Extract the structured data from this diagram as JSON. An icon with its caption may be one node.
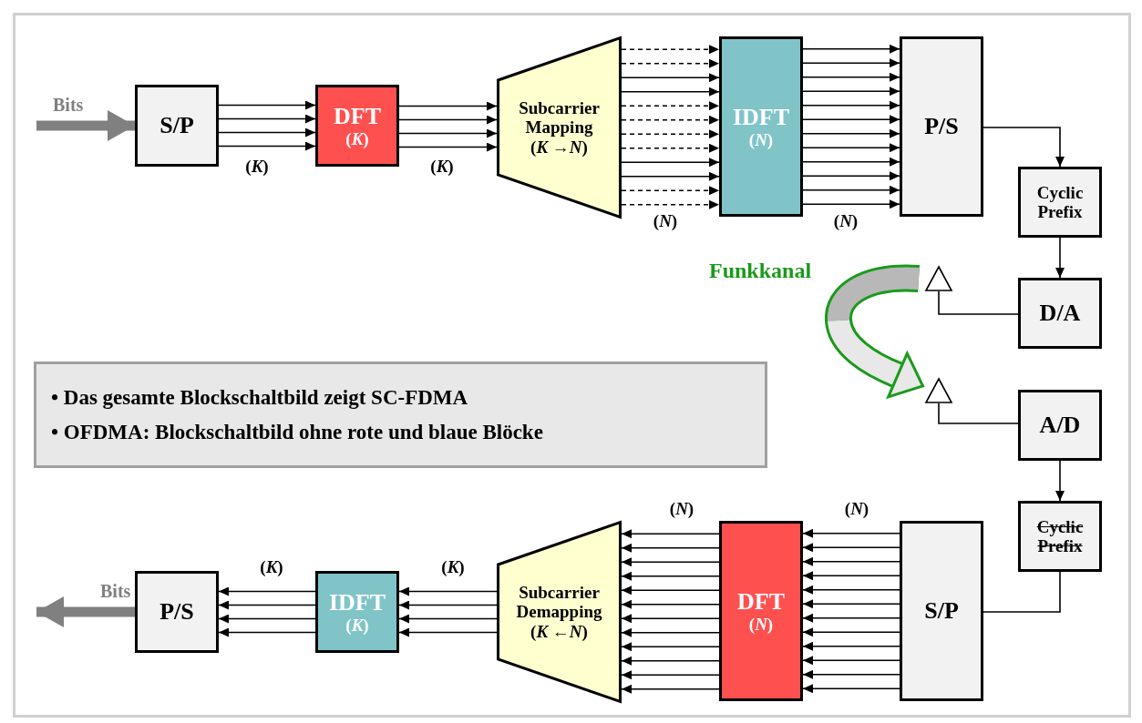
{
  "diagram": {
    "nodes": [
      {
        "text": [
          "S/P"
        ]
      },
      {
        "text": [
          "DFT",
          "(*K*)"
        ]
      },
      {
        "text": [
          "Subcarrier Mapping",
          "(*K* →*N*)"
        ]
      },
      {
        "text": [
          "IDFT",
          "(*N*)"
        ]
      },
      {
        "text": [
          "P/S"
        ]
      },
      {
        "text": [
          "Cyclic Prefix"
        ]
      },
      {
        "text": [
          "D/A"
        ]
      },
      {
        "text": [],
        "shape": "triangle"
      },
      {
        "text": [],
        "shape": "triangle"
      },
      {
        "text": [
          "A/D"
        ]
      },
      {
        "text": [
          "Cyclic Prefix"
        ]
      },
      {
        "text": [
          "S/P"
        ]
      },
      {
        "text": [
          "DFT",
          "(*N*)"
        ]
      },
      {
        "text": [
          "Subcarrier Demapping",
          "(*K* ←*N*)"
        ]
      },
      {
        "text": [
          "IDFT",
          "(*K*)"
        ]
      },
      {
        "text": [
          "P/S"
        ]
      },
      {
        "text": [
          "• Das gesamte Blockschaltbild zeigt SC-FDMA",
          "• OFDMA: Blockschaltbild ohne rote und blaue Blöcke"
        ]
      }
    ],
    "edges": [
      {
        "from": null,
        "to": 0,
        "arrow": "to",
        "label": "Bits",
        "style": "thick",
        "color": "#808080"
      },
      {
        "from": 0,
        "to": 1,
        "arrow": "to"
      },
      {
        "from": 0,
        "to": 1,
        "arrow": "to"
      },
      {
        "from": 0,
        "to": 1,
        "arrow": "to"
      },
      {
        "from": 0,
        "to": 1,
        "arrow": "to"
      },
      {
        "from": 1,
        "to": 2,
        "arrow": "to"
      },
      {
        "from": 1,
        "to": 2,
        "arrow": "to"
      },
      {
        "from": 1,
        "to": 2,
        "arrow": "to"
      },
      {
        "from": 1,
        "to": 2,
        "arrow": "to"
      },
      {
        "from": 2,
        "to": 3,
        "arrow": "to",
        "style": "dashed"
      },
      {
        "from": 2,
        "to": 3,
        "arrow": "to",
        "style": "dashed"
      },
      {
        "from": 2,
        "to": 3,
        "arrow": "to"
      },
      {
        "from": 2,
        "to": 3,
        "arrow": "to"
      },
      {
        "from": 2,
        "to": 3,
        "arrow": "to",
        "style": "dashed"
      },
      {
        "from": 2,
        "to": 3,
        "arrow": "to",
        "style": "dashed"
      },
      {
        "from": 2,
        "to": 3,
        "arrow": "to",
        "style": "dashed"
      },
      {
        "from": 2,
        "to": 3,
        "arrow": "to",
        "style": "dashed"
      },
      {
        "from": 2,
        "to": 3,
        "arrow": "to"
      },
      {
        "from": 2,
        "to": 3,
        "arrow": "to"
      },
      {
        "from": 2,
        "to": 3,
        "arrow": "to",
        "style": "dashed"
      },
      {
        "from": 2,
        "to": 3,
        "arrow": "to",
        "style": "dashed"
      },
      {
        "from": 3,
        "to": 4,
        "arrow": "to"
      },
      {
        "from": 3,
        "to": 4,
        "arrow": "to"
      },
      {
        "from": 3,
        "to": 4,
        "arrow": "to"
      },
      {
        "from": 3,
        "to": 4,
        "arrow": "to"
      },
      {
        "from": 3,
        "to": 4,
        "arrow": "to"
      },
      {
        "from": 3,
        "to": 4,
        "arrow": "to"
      },
      {
        "from": 3,
        "to": 4,
        "arrow": "to"
      },
      {
        "from": 3,
        "to": 4,
        "arrow": "to"
      },
      {
        "from": 3,
        "to": 4,
        "arrow": "to"
      },
      {
        "from": 3,
        "to": 4,
        "arrow": "to"
      },
      {
        "from": 3,
        "to": 4,
        "arrow": "to"
      },
      {
        "from": 3,
        "to": 4,
        "arrow": "to"
      },
      {
        "from": 4,
        "to": 5,
        "arrow": "to"
      },
      {
        "from": 5,
        "to": 6,
        "arrow": "to"
      },
      {
        "from": 6,
        "to": 7,
        "arrow": "none"
      },
      {
        "from": 7,
        "to": 8,
        "arrow": "to",
        "label": "Funkkanal",
        "style": "thick",
        "color": "#1a9a1a"
      },
      {
        "from": 9,
        "to": 8,
        "arrow": "none"
      },
      {
        "from": 9,
        "to": 10,
        "arrow": "to"
      },
      {
        "from": 10,
        "to": 11,
        "arrow": "none"
      },
      {
        "from": 11,
        "to": 12,
        "arrow": "to"
      },
      {
        "from": 11,
        "to": 12,
        "arrow": "to"
      },
      {
        "from": 11,
        "to": 12,
        "arrow": "to"
      },
      {
        "from": 11,
        "to": 12,
        "arrow": "to"
      },
      {
        "from": 11,
        "to": 12,
        "arrow": "to"
      },
      {
        "from": 11,
        "to": 12,
        "arrow": "to"
      },
      {
        "from": 11,
        "to": 12,
        "arrow": "to"
      },
      {
        "from": 11,
        "to": 12,
        "arrow": "to"
      },
      {
        "from": 11,
        "to": 12,
        "arrow": "to"
      },
      {
        "from": 11,
        "to": 12,
        "arrow": "to"
      },
      {
        "from": 11,
        "to": 12,
        "arrow": "to"
      },
      {
        "from": 11,
        "to": 12,
        "arrow": "to"
      },
      {
        "from": 12,
        "to": 13,
        "arrow": "to"
      },
      {
        "from": 12,
        "to": 13,
        "arrow": "to"
      },
      {
        "from": 12,
        "to": 13,
        "arrow": "to"
      },
      {
        "from": 12,
        "to": 13,
        "arrow": "to"
      },
      {
        "from": 12,
        "to": 13,
        "arrow": "to"
      },
      {
        "from": 12,
        "to": 13,
        "arrow": "to"
      },
      {
        "from": 12,
        "to": 13,
        "arrow": "to"
      },
      {
        "from": 12,
        "to": 13,
        "arrow": "to"
      },
      {
        "from": 12,
        "to": 13,
        "arrow": "to"
      },
      {
        "from": 12,
        "to": 13,
        "arrow": "to"
      },
      {
        "from": 12,
        "to": 13,
        "arrow": "to"
      },
      {
        "from": 12,
        "to": 13,
        "arrow": "to"
      },
      {
        "from": 13,
        "to": 14,
        "arrow": "to"
      },
      {
        "from": 13,
        "to": 14,
        "arrow": "to"
      },
      {
        "from": 13,
        "to": 14,
        "arrow": "to"
      },
      {
        "from": 13,
        "to": 14,
        "arrow": "to"
      },
      {
        "from": 14,
        "to": 15,
        "arrow": "to"
      },
      {
        "from": 14,
        "to": 15,
        "arrow": "to"
      },
      {
        "from": 14,
        "to": 15,
        "arrow": "to"
      },
      {
        "from": 14,
        "to": 15,
        "arrow": "to"
      },
      {
        "from": 15,
        "to": null,
        "arrow": "to",
        "label": "Bits",
        "style": "thick",
        "color": "#808080"
      }
    ],
    "labels": [
      "(*K*)",
      "(*K*)",
      "(*N*)",
      "(*N*)",
      "(*N*)",
      "(*N*)",
      "(*K*)",
      "(*K*)"
    ]
  }
}
